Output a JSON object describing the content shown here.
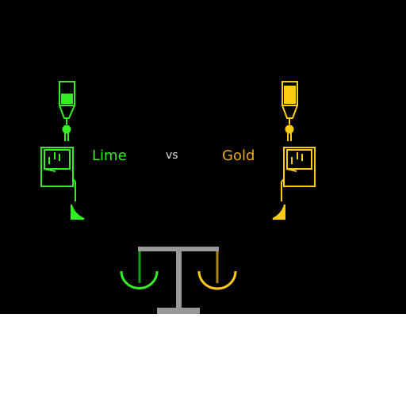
{
  "left_contestant": {
    "label": "Lime",
    "color": "#33ee22",
    "icon": "iv-drip-monitor-icon"
  },
  "versus_label": "vs",
  "versus_color": "#dddddd",
  "right_contestant": {
    "label": "Gold",
    "color": "#ffcc11",
    "label_color": "#e8a810",
    "icon": "iv-drip-monitor-icon"
  },
  "scale": {
    "icon": "balance-scale-icon",
    "frame_color": "#999999",
    "left_pan_color": "#33ee22",
    "right_pan_color": "#ffcc11",
    "left_string_color": "#1a9a10",
    "right_string_color": "#a88414"
  }
}
